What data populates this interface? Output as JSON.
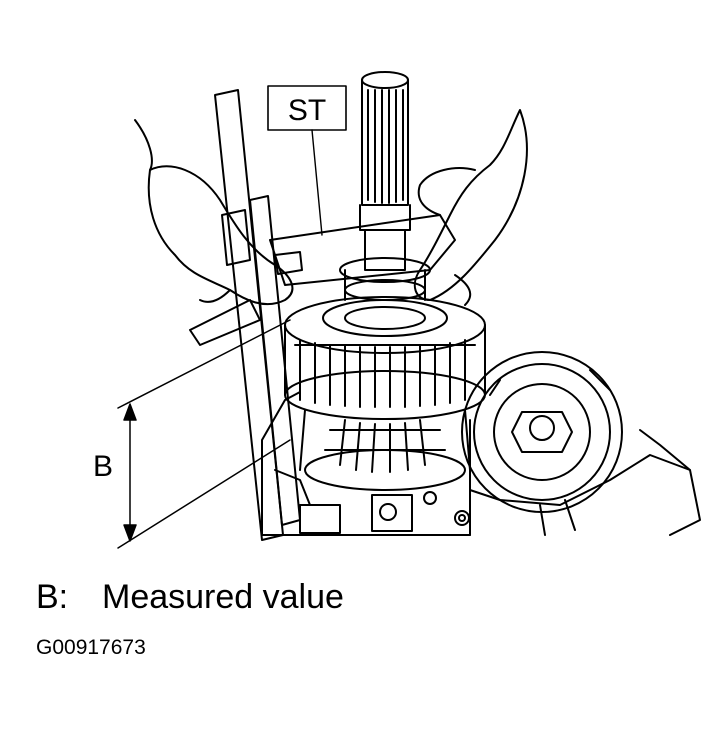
{
  "labels": {
    "st": "ST",
    "b": "B"
  },
  "legend": {
    "key": "B:",
    "description": "Measured value"
  },
  "figure_code": "G00917673"
}
